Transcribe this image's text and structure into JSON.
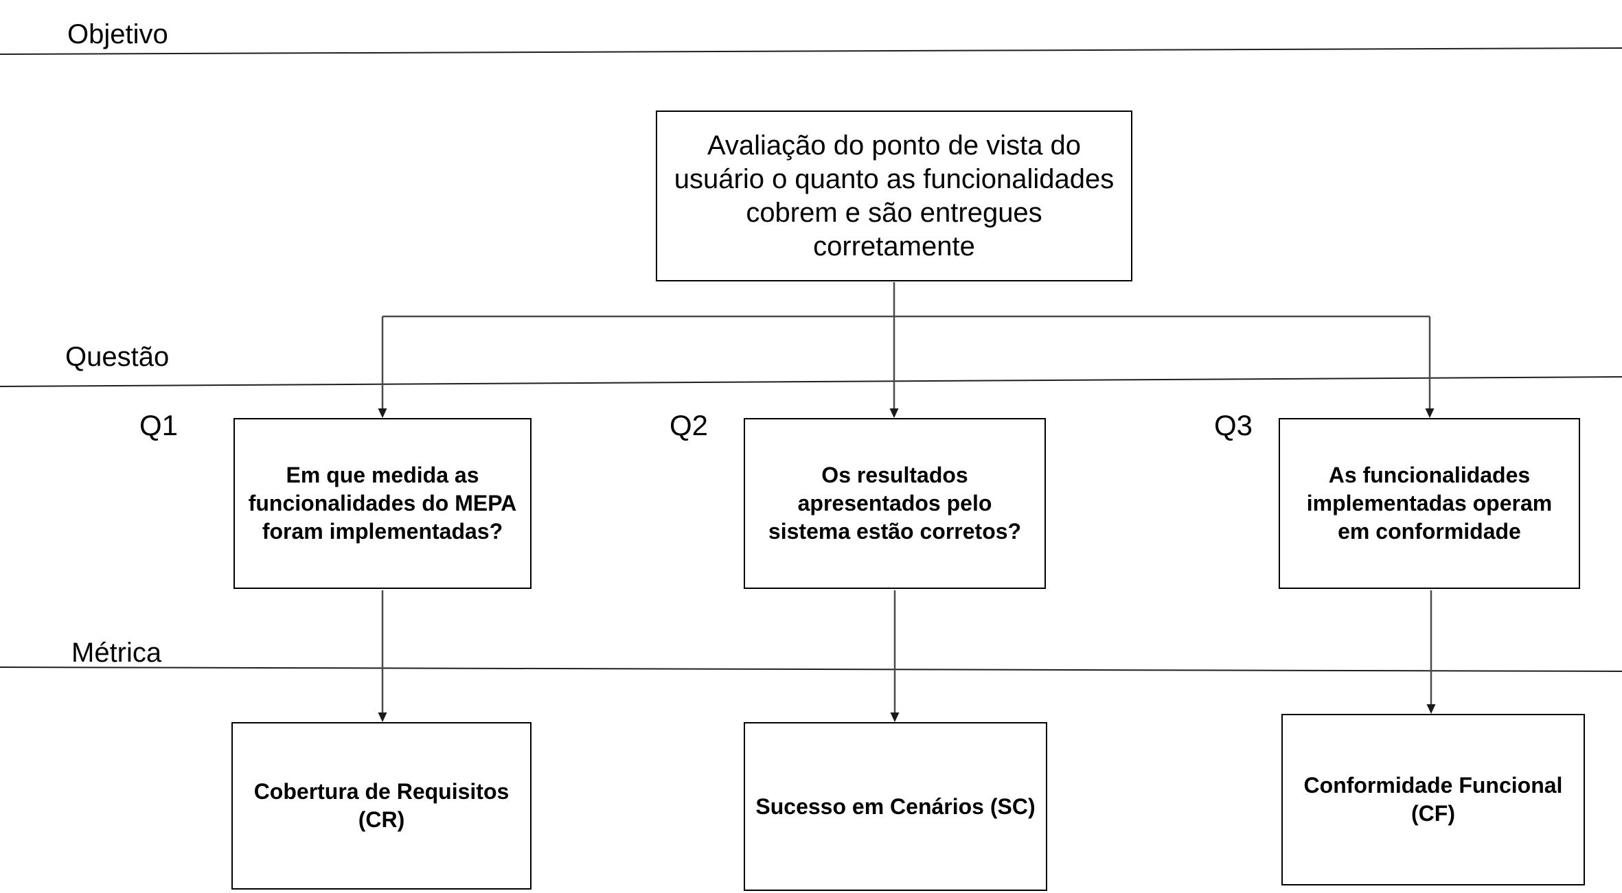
{
  "background": "#ffffff",
  "colors": {
    "box_border": "#000000",
    "rule_line": "#1f1f1f",
    "connector": "#4a4a4a",
    "text": "#000000"
  },
  "lanes": {
    "objetivo": {
      "label": "Objetivo"
    },
    "questao": {
      "label": "Questão"
    },
    "metrica": {
      "label": "Métrica"
    }
  },
  "goal": {
    "lines": [
      "Avaliação do ponto de vista do",
      "usuário o quanto as funcionalidades",
      "cobrem e são entregues",
      "corretamente"
    ]
  },
  "questions": [
    {
      "id": "Q1",
      "lines": [
        "Em que medida as",
        "funcionalidades do MEPA",
        "foram implementadas?"
      ]
    },
    {
      "id": "Q2",
      "lines": [
        "Os resultados",
        "apresentados pelo",
        "sistema estão corretos?"
      ]
    },
    {
      "id": "Q3",
      "lines": [
        "As funcionalidades",
        "implementadas operam",
        "em conformidade"
      ]
    }
  ],
  "metrics": [
    {
      "lines": [
        "Cobertura de Requisitos",
        "(CR)"
      ]
    },
    {
      "lines": [
        "Sucesso em Cenários (SC)"
      ]
    },
    {
      "lines": [
        "Conformidade Funcional (CF)"
      ]
    }
  ]
}
